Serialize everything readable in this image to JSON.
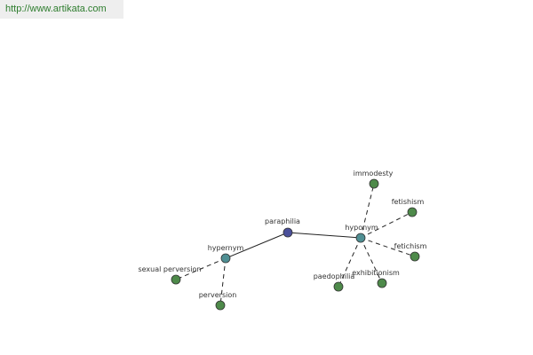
{
  "header": {
    "url": "http://www.artikata.com"
  },
  "colors": {
    "root_node": "#4a4f9a",
    "branch_node": "#4f8f93",
    "leaf_node": "#4e8a4a",
    "node_stroke": "#333333",
    "edge": "#222222"
  },
  "nodes": [
    {
      "id": "paraphilia",
      "label": "paraphilia",
      "kind": "root"
    },
    {
      "id": "hypernym",
      "label": "hypernym",
      "kind": "branch"
    },
    {
      "id": "hyponym",
      "label": "hyponym",
      "kind": "branch"
    },
    {
      "id": "sexual-perversion",
      "label": "sexual perversion",
      "kind": "leaf"
    },
    {
      "id": "perversion",
      "label": "perversion",
      "kind": "leaf"
    },
    {
      "id": "immodesty",
      "label": "immodesty",
      "kind": "leaf"
    },
    {
      "id": "fetishism-1",
      "label": "fetishism",
      "kind": "leaf"
    },
    {
      "id": "fetichism",
      "label": "fetichism",
      "kind": "leaf"
    },
    {
      "id": "paedophilia",
      "label": "paedophilia",
      "kind": "leaf"
    },
    {
      "id": "exhibitionism",
      "label": "exhibitionism",
      "kind": "leaf"
    }
  ],
  "edges": [
    {
      "from": "paraphilia",
      "to": "hypernym",
      "style": "solid"
    },
    {
      "from": "paraphilia",
      "to": "hyponym",
      "style": "solid"
    },
    {
      "from": "hypernym",
      "to": "sexual-perversion",
      "style": "dashed"
    },
    {
      "from": "hypernym",
      "to": "perversion",
      "style": "dashed"
    },
    {
      "from": "hyponym",
      "to": "immodesty",
      "style": "dashed"
    },
    {
      "from": "hyponym",
      "to": "fetishism-1",
      "style": "dashed"
    },
    {
      "from": "hyponym",
      "to": "fetichism",
      "style": "dashed"
    },
    {
      "from": "hyponym",
      "to": "paedophilia",
      "style": "dashed"
    },
    {
      "from": "hyponym",
      "to": "exhibitionism",
      "style": "dashed"
    }
  ]
}
